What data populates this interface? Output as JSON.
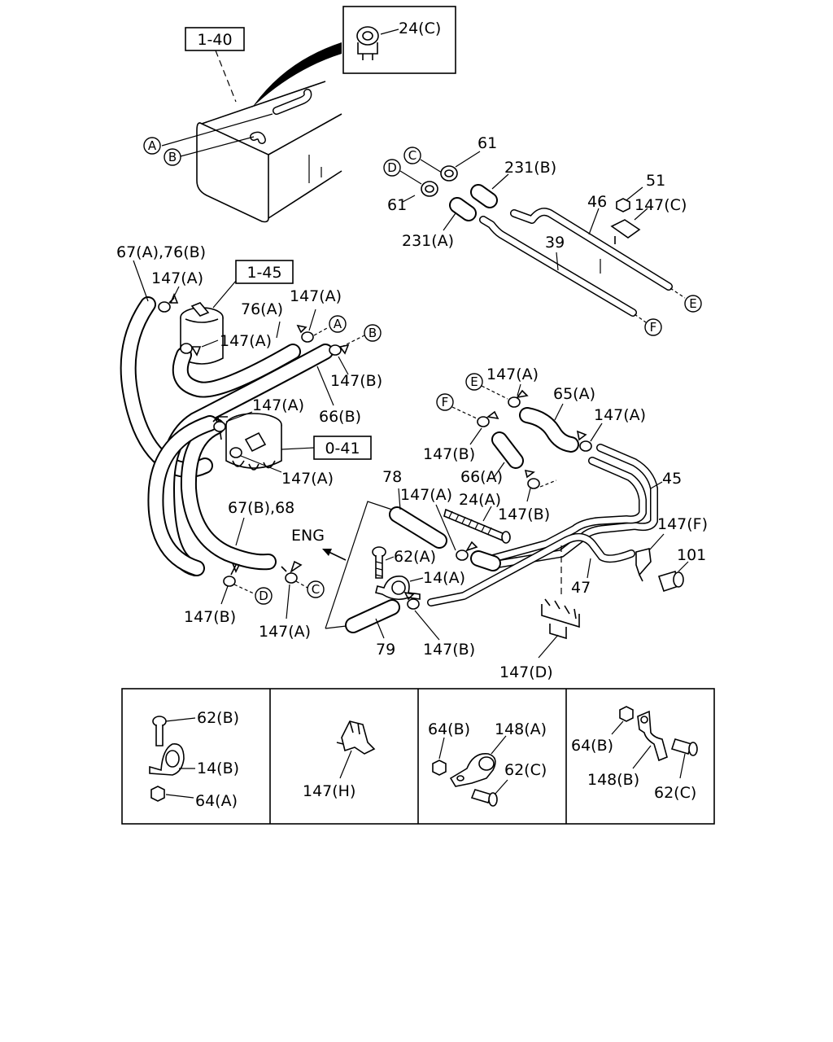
{
  "refs": [
    "1-40",
    "1-45",
    "0-41"
  ],
  "connectors": [
    "A",
    "B",
    "C",
    "D",
    "E",
    "F"
  ],
  "callouts": {
    "tank_detail": "24(C)",
    "p61_top": "61",
    "p61_bot": "61",
    "p231b": "231(B)",
    "p231a": "231(A)",
    "p51": "51",
    "p46": "46",
    "p147c": "147(C)",
    "p39": "39",
    "p67a76b": "67(A),76(B)",
    "p147a_1": "147(A)",
    "p76a": "76(A)",
    "p147a_2": "147(A)",
    "p147a_3": "147(A)",
    "p147b_1": "147(B)",
    "p66b": "66(B)",
    "p147a_4": "147(A)",
    "p147a_5": "147(A)",
    "p67b68": "67(B),68",
    "eng": "ENG",
    "p147b_2": "147(B)",
    "p147a_6": "147(A)",
    "p147a_7": "147(A)",
    "p65a": "65(A)",
    "p147a_8": "147(A)",
    "p147b_3": "147(B)",
    "p66a": "66(A)",
    "p45": "45",
    "p78": "78",
    "p147a_9": "147(A)",
    "p24a": "24(A)",
    "p147b_4": "147(B)",
    "p147f": "147(F)",
    "p101": "101",
    "p62a": "62(A)",
    "p14a": "14(A)",
    "p47": "47",
    "p79": "79",
    "p147b_5": "147(B)",
    "p147d": "147(D)"
  },
  "inset_panels": [
    {
      "labels": [
        "62(B)",
        "14(B)",
        "64(A)"
      ]
    },
    {
      "labels": [
        "147(H)"
      ]
    },
    {
      "labels": [
        "64(B)",
        "148(A)",
        "62(C)"
      ]
    },
    {
      "labels": [
        "64(B)",
        "148(B)",
        "62(C)"
      ]
    }
  ]
}
